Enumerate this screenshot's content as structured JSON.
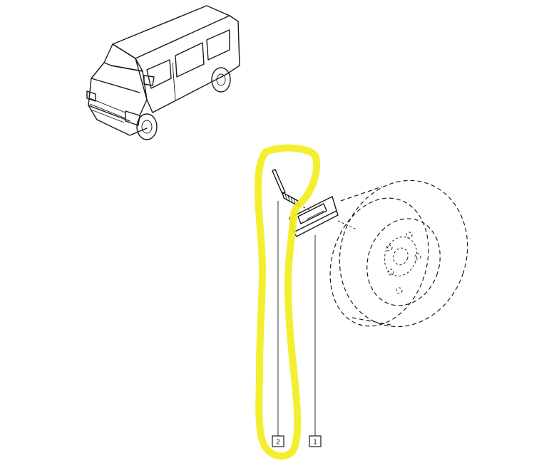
{
  "diagram": {
    "callouts": [
      {
        "id": "callout-1",
        "number": "1"
      },
      {
        "id": "callout-2",
        "number": "2"
      }
    ],
    "parts": [
      {
        "name": "jack-handle"
      },
      {
        "name": "jack-bracket"
      },
      {
        "name": "spare-wheel"
      }
    ],
    "highlight_color": "#f2ee1e",
    "line_color": "#1a1a1a"
  }
}
